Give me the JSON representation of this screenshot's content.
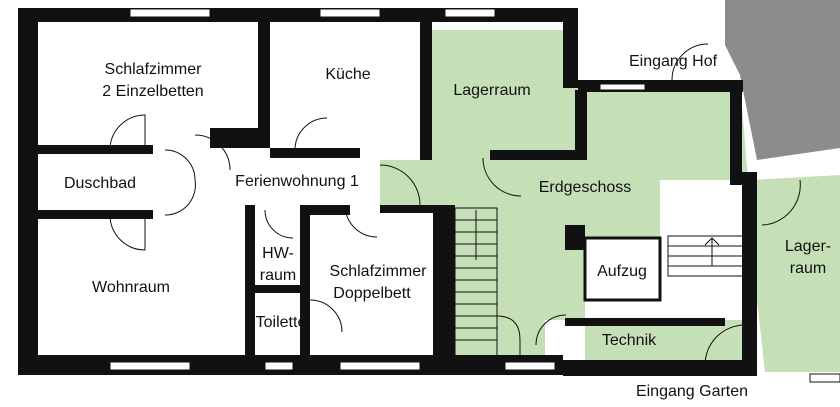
{
  "floor_label": "Erdgeschoss",
  "apartment_label": "Ferienwohnung 1",
  "colors": {
    "green": "#c5dfb7",
    "wall": "#111111",
    "gray": "#8c8c8c",
    "window": "#ffffff"
  },
  "rooms": {
    "schlafzimmer1_line1": "Schlafzimmer",
    "schlafzimmer1_line2": "2 Einzelbetten",
    "kueche": "Küche",
    "lagerraum1": "Lagerraum",
    "duschbad": "Duschbad",
    "wohnraum": "Wohnraum",
    "hw_line1": "HW-",
    "hw_line2": "raum",
    "toilette": "Toilette",
    "schlafzimmer2_line1": "Schlafzimmer",
    "schlafzimmer2_line2": "Doppelbett",
    "aufzug": "Aufzug",
    "technik": "Technik",
    "lagerraum2_line1": "Lager-",
    "lagerraum2_line2": "raum"
  },
  "entrances": {
    "hof": "Eingang Hof",
    "garten": "Eingang Garten"
  }
}
